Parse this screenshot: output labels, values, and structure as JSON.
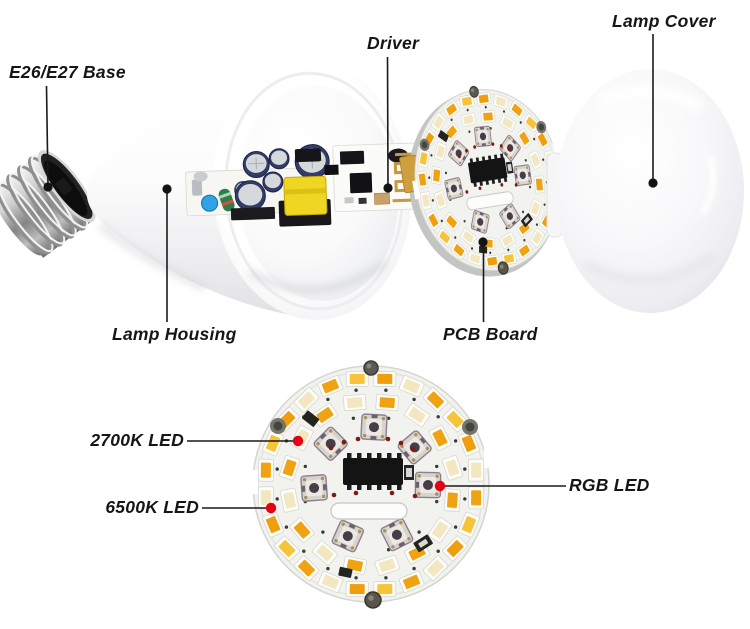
{
  "diagram": {
    "background": "#ffffff",
    "callout": {
      "line_color": "#1a1a1a",
      "dot_color": "#131313",
      "marker_color": "#e60013"
    },
    "labels": {
      "e26_base": "E26/E27 Base",
      "driver": "Driver",
      "lamp_cover": "Lamp Cover",
      "lamp_housing": "Lamp Housing",
      "pcb_board": "PCB Board",
      "led_2700k": "2700K LED",
      "led_6500k": "6500K LED",
      "led_rgb": "RGB LED"
    },
    "pcb": {
      "board_color": "#f2f3ef",
      "outer_ring": {
        "count": 24,
        "radius": 106,
        "colors": [
          "#f0a312",
          "#f6c43a",
          "#ef9f0e",
          "#f3e7c2"
        ]
      },
      "inner_ring": {
        "count": 16,
        "radius": 83,
        "colors": [
          "#f0a312",
          "#f3e7c2"
        ]
      },
      "rgb_leds": {
        "radius": 57,
        "angles_deg": [
          1,
          -40,
          -87,
          -135,
          176,
          63,
          114
        ]
      }
    }
  }
}
